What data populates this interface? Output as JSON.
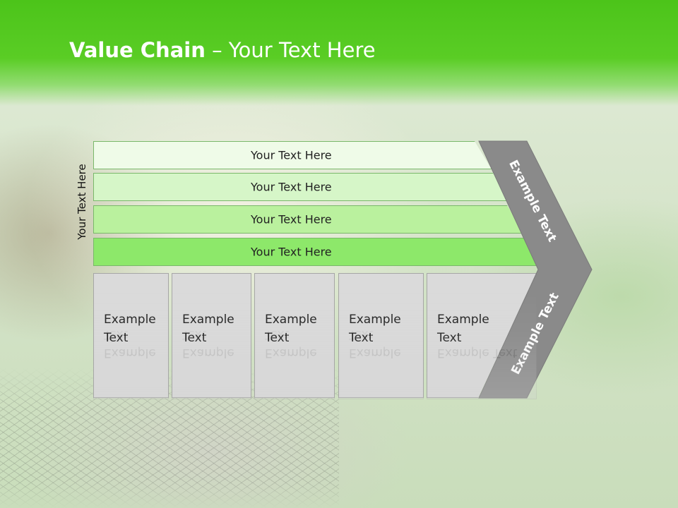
{
  "slide": {
    "title_bold": "Value Chain",
    "title_rest": " – Your Text Here",
    "side_label": "Your Text Here",
    "bands": [
      "Your Text Here",
      "Your Text Here",
      "Your Text Here",
      "Your Text Here"
    ],
    "cells": [
      "Example Text",
      "Example Text",
      "Example Text",
      "Example Text",
      "Example Text"
    ],
    "chevron_top": "Example Text",
    "chevron_bottom": "Example Text",
    "colors": {
      "header_green": "#4cc41a",
      "band_1": "#effbe8",
      "band_2": "#d6f6c8",
      "band_3": "#baf19e",
      "band_4": "#8de86a",
      "cell_gray": "#dadada",
      "chevron_gray": "#8a8a8a"
    }
  }
}
